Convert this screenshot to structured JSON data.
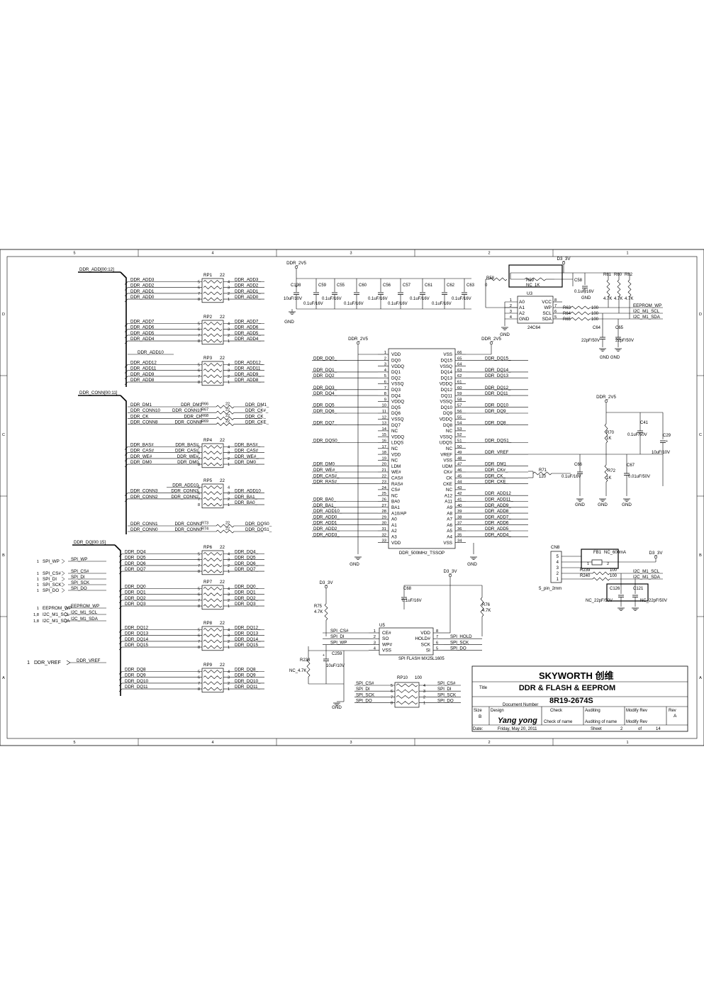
{
  "frame": {
    "col_labels": [
      "5",
      "4",
      "3",
      "2",
      "1"
    ],
    "row_labels": [
      "D",
      "C",
      "B",
      "A"
    ]
  },
  "buses": {
    "ddr_add": "DDR_ADD[00:12]",
    "ddr_conn": "DDR_CONN[00:11]",
    "ddr_dq": "DDR_DQ[00:15]"
  },
  "resistor_packs": [
    {
      "ref": "RP1",
      "val": "22",
      "left": [
        "DDR_ADD3",
        "DDR_ADD2",
        "DDR_ADD1",
        "DDR_ADD0"
      ],
      "right": [
        "DDR_ADD3_",
        "DDR_ADD2_",
        "DDR_ADD1_",
        "DDR_ADD0_"
      ],
      "pins_l": [
        "5",
        "6",
        "7",
        "8"
      ],
      "pins_r": [
        "4",
        "3",
        "2",
        "1"
      ]
    },
    {
      "ref": "RP2",
      "val": "22",
      "left": [
        "DDR_ADD7",
        "DDR_ADD6",
        "DDR_ADD5",
        "DDR_ADD4"
      ],
      "right": [
        "DDR_ADD7_",
        "DDR_ADD6_",
        "DDR_ADD5_",
        "DDR_ADD4_"
      ],
      "pins_l": [
        "5",
        "6",
        "7",
        "8"
      ],
      "pins_r": [
        "4",
        "3",
        "2",
        "1"
      ]
    },
    {
      "ref": "RP3",
      "val": "22",
      "left": [
        "DDR_ADD12",
        "DDR_ADD11",
        "DDR_ADD9",
        "DDR_ADD8"
      ],
      "right": [
        "DDR_ADD12_",
        "DDR_ADD11_",
        "DDR_ADD9_",
        "DDR_ADD8_"
      ],
      "pins_l": [
        "5",
        "6",
        "7",
        "8"
      ],
      "pins_r": [
        "4",
        "3",
        "2",
        "1"
      ]
    },
    {
      "ref": "RP4",
      "val": "22",
      "left": [
        "DDR_BAS#",
        "DDR_CAS#",
        "DDR_WE#",
        "DDR_DM0"
      ],
      "mid": [
        "DDR_BAS#",
        "DDR_CAS#",
        "DDR_WE#",
        "DDR_DM0"
      ],
      "right": [
        "DDR_BAS#_",
        "DDR_CAS#_",
        "DDR_WE#_",
        "DDR_DM0_"
      ],
      "pins_l": [
        "5",
        "6",
        "7",
        "8"
      ],
      "pins_r": [
        "4",
        "3",
        "2",
        "1"
      ]
    },
    {
      "ref": "RP5",
      "val": "22",
      "left": [
        "",
        "DDR_CONN3",
        "DDR_CONN2",
        ""
      ],
      "mid": [
        "DDR_ADD10",
        "DDR_CONN3",
        "DDR_CONN2",
        ""
      ],
      "right": [
        "",
        "DDR_ADD10_",
        "DDR_BA1_",
        "DDR_BA0_"
      ],
      "pins_l": [
        "5",
        "6",
        "7",
        "8"
      ],
      "pins_r": [
        "4",
        "3",
        "2",
        "1"
      ]
    },
    {
      "ref": "RP6",
      "val": "22",
      "left": [
        "DDR_DQ4",
        "DDR_DQ5",
        "DDR_DQ6",
        "DDR_DQ7"
      ],
      "right": [
        "DDR_DQ4_",
        "DDR_DQ5_",
        "DDR_DQ6_",
        "DDR_DQ7_"
      ],
      "pins_l": [
        "5",
        "6",
        "7",
        "8"
      ],
      "pins_r": [
        "4",
        "3",
        "2",
        "1"
      ]
    },
    {
      "ref": "RP7",
      "val": "22",
      "left": [
        "DDR_DQ0",
        "DDR_DQ1",
        "DDR_DQ2",
        "DDR_DQ3"
      ],
      "right": [
        "DDR_DQ0_",
        "DDR_DQ1_",
        "DDR_DQ2_",
        "DDR_DQ3_"
      ],
      "pins_l": [
        "5",
        "6",
        "7",
        "8"
      ],
      "pins_r": [
        "4",
        "3",
        "2",
        "1"
      ]
    },
    {
      "ref": "RP8",
      "val": "22",
      "left": [
        "DDR_DQ12",
        "DDR_DQ13",
        "DDR_DQ14",
        "DDR_DQ15"
      ],
      "right": [
        "DDR_DQ12_",
        "DDR_DQ13_",
        "DDR_DQ14_",
        "DDR_DQ15_"
      ],
      "pins_l": [
        "5",
        "6",
        "7",
        "8"
      ],
      "pins_r": [
        "4",
        "3",
        "2",
        "1"
      ]
    },
    {
      "ref": "RP9",
      "val": "22",
      "left": [
        "DDR_DQ8",
        "DDR_DQ9",
        "DDR_DQ10",
        "DDR_DQ11"
      ],
      "right": [
        "DDR_DQ8_",
        "DDR_DQ9_",
        "DDR_DQ10_",
        "DDR_DQ11_"
      ],
      "pins_l": [
        "5",
        "6",
        "7",
        "8"
      ],
      "pins_r": [
        "4",
        "3",
        "2",
        "1"
      ]
    }
  ],
  "single_resistors": {
    "conn_block": [
      {
        "left": "DDR_DM1",
        "mid": "DDR_DM1",
        "ref": "R66",
        "val": "22",
        "right": "DDR_DM1_"
      },
      {
        "left": "DDR_CONN10",
        "mid": "DDR_CONN10",
        "ref": "R67",
        "val": "22",
        "right": "DDR_CK#_"
      },
      {
        "left": "DDR_CK",
        "mid": "DDR_CK",
        "ref": "R68",
        "val": "22",
        "right": "DDR_CK_"
      },
      {
        "left": "DDR_CONN8",
        "mid": "DDR_CONN8",
        "ref": "R69",
        "val": "22",
        "right": "DDR_CKE_"
      }
    ],
    "dqs_block": [
      {
        "left": "DDR_CONN1",
        "mid": "DDR_CONN1",
        "ref": "R73",
        "val": "22",
        "right": "DDR_DQS0_"
      },
      {
        "left": "DDR_CONN0",
        "mid": "DDR_CONN0",
        "ref": "R74",
        "val": "22",
        "right": "DDR_DQS1_"
      }
    ],
    "extra_label": "DDR_ADD10"
  },
  "ddr_ic": {
    "part": "DDR_500MHz_TSSOP",
    "power_left": "DDR_2V5",
    "power_right": "DDR_2V5",
    "gnd_left": "GND",
    "gnd_right": "GND",
    "left_pins": [
      {
        "n": "1",
        "name": "VDD",
        "net": ""
      },
      {
        "n": "2",
        "name": "DQ0",
        "net": "DDR_DQ0_"
      },
      {
        "n": "3",
        "name": "VDDQ",
        "net": ""
      },
      {
        "n": "4",
        "name": "DQ1",
        "net": "DDR_DQ1_"
      },
      {
        "n": "5",
        "name": "DQ2",
        "net": "DDR_DQ2_"
      },
      {
        "n": "6",
        "name": "VSSQ",
        "net": ""
      },
      {
        "n": "7",
        "name": "DQ3",
        "net": "DDR_DQ3_"
      },
      {
        "n": "8",
        "name": "DQ4",
        "net": "DDR_DQ4_"
      },
      {
        "n": "9",
        "name": "VDDQ",
        "net": ""
      },
      {
        "n": "10",
        "name": "DQ5",
        "net": "DDR_DQ5_"
      },
      {
        "n": "11",
        "name": "DQ6",
        "net": "DDR_DQ6_"
      },
      {
        "n": "12",
        "name": "VSSQ",
        "net": ""
      },
      {
        "n": "13",
        "name": "DQ7",
        "net": "DDR_DQ7_"
      },
      {
        "n": "14",
        "name": "NC",
        "net": ""
      },
      {
        "n": "15",
        "name": "VDDQ",
        "net": ""
      },
      {
        "n": "16",
        "name": "LDQS",
        "net": "DDR_DQS0_"
      },
      {
        "n": "17",
        "name": "NC",
        "net": ""
      },
      {
        "n": "18",
        "name": "VDD",
        "net": ""
      },
      {
        "n": "19",
        "name": "NC",
        "net": ""
      },
      {
        "n": "20",
        "name": "LDM",
        "net": "DDR_DM0_"
      },
      {
        "n": "21",
        "name": "WE#",
        "net": "DDR_WE#_"
      },
      {
        "n": "22",
        "name": "CAS#",
        "net": "DDR_CAS#_"
      },
      {
        "n": "23",
        "name": "RAS#",
        "net": "DDR_RAS#_"
      },
      {
        "n": "24",
        "name": "CS#",
        "net": ""
      },
      {
        "n": "25",
        "name": "NC",
        "net": ""
      },
      {
        "n": "26",
        "name": "BA0",
        "net": "DDR_BA0_"
      },
      {
        "n": "27",
        "name": "BA1",
        "net": "DDR_BA1_"
      },
      {
        "n": "28",
        "name": "A10/AP",
        "net": "DDR_ADD10_"
      },
      {
        "n": "29",
        "name": "A0",
        "net": "DDR_ADD0_"
      },
      {
        "n": "30",
        "name": "A1",
        "net": "DDR_ADD1_"
      },
      {
        "n": "31",
        "name": "A2",
        "net": "DDR_ADD2_"
      },
      {
        "n": "32",
        "name": "A3",
        "net": "DDR_ADD3_"
      },
      {
        "n": "33",
        "name": "VDD",
        "net": ""
      }
    ],
    "right_pins": [
      {
        "n": "66",
        "name": "VSS",
        "net": ""
      },
      {
        "n": "65",
        "name": "DQ15",
        "net": "DDR_DQ15_"
      },
      {
        "n": "64",
        "name": "VSSQ",
        "net": ""
      },
      {
        "n": "63",
        "name": "DQ14",
        "net": "DDR_DQ14_"
      },
      {
        "n": "62",
        "name": "DQ13",
        "net": "DDR_DQ13_"
      },
      {
        "n": "61",
        "name": "VDDQ",
        "net": ""
      },
      {
        "n": "60",
        "name": "DQ12",
        "net": "DDR_DQ12_"
      },
      {
        "n": "59",
        "name": "DQ11",
        "net": "DDR_DQ11_"
      },
      {
        "n": "58",
        "name": "VSSQ",
        "net": ""
      },
      {
        "n": "57",
        "name": "DQ10",
        "net": "DDR_DQ10_"
      },
      {
        "n": "56",
        "name": "DQ9",
        "net": "DDR_DQ9_"
      },
      {
        "n": "55",
        "name": "VDDQ",
        "net": ""
      },
      {
        "n": "54",
        "name": "DQ8",
        "net": "DDR_DQ8_"
      },
      {
        "n": "53",
        "name": "NC",
        "net": ""
      },
      {
        "n": "52",
        "name": "VSSQ",
        "net": ""
      },
      {
        "n": "51",
        "name": "UDQS",
        "net": "DDR_DQS1_"
      },
      {
        "n": "50",
        "name": "NC",
        "net": ""
      },
      {
        "n": "49",
        "name": "VREF",
        "net": "DDR_VREF"
      },
      {
        "n": "48",
        "name": "VSS",
        "net": ""
      },
      {
        "n": "47",
        "name": "UDM",
        "net": "DDR_DM1_"
      },
      {
        "n": "46",
        "name": "CK#",
        "net": "DDR_CK#_"
      },
      {
        "n": "45",
        "name": "CK",
        "net": "DDR_CK_"
      },
      {
        "n": "44",
        "name": "CKE",
        "net": "DDR_CKE_"
      },
      {
        "n": "43",
        "name": "NC",
        "net": ""
      },
      {
        "n": "42",
        "name": "A12",
        "net": "DDR_ADD12_"
      },
      {
        "n": "41",
        "name": "A11",
        "net": "DDR_ADD11_"
      },
      {
        "n": "40",
        "name": "A9",
        "net": "DDR_ADD9_"
      },
      {
        "n": "39",
        "name": "A8",
        "net": "DDR_ADD8_"
      },
      {
        "n": "38",
        "name": "A7",
        "net": "DDR_ADD7_"
      },
      {
        "n": "37",
        "name": "A6",
        "net": "DDR_ADD6_"
      },
      {
        "n": "36",
        "name": "A5",
        "net": "DDR_ADD5_"
      },
      {
        "n": "35",
        "name": "A4",
        "net": "DDR_ADD4_"
      },
      {
        "n": "34",
        "name": "VSS",
        "net": ""
      }
    ]
  },
  "decoupling": {
    "net": "DDR_2V5",
    "gnd": "GND",
    "caps": [
      {
        "ref": "C198",
        "val": "10uF/10V"
      },
      {
        "ref": "C59",
        "val": "0.1uF/16V"
      },
      {
        "ref": "C55",
        "val": "0.1uF/16V"
      },
      {
        "ref": "C60",
        "val": "0.1uF/16V"
      },
      {
        "ref": "C56",
        "val": "0.1uF/16V"
      },
      {
        "ref": "C57",
        "val": "0.1uF/16V"
      },
      {
        "ref": "C61",
        "val": "0.1uF/16V"
      },
      {
        "ref": "C62",
        "val": "0.1uF/16V"
      },
      {
        "ref": "C63",
        "val": "0.1uF/16V"
      }
    ]
  },
  "eeprom": {
    "power": "D3_3V",
    "ref": "U3",
    "part": "24C64",
    "r58": "R58",
    "r58_val": "0",
    "r59": "R59",
    "r59_val": "NC_1K",
    "c58": "C58",
    "c58_val": "0.1uF/16V",
    "gnd": "GND",
    "pins_left": [
      {
        "n": "1",
        "name": "A0"
      },
      {
        "n": "2",
        "name": "A1"
      },
      {
        "n": "3",
        "name": "A2"
      },
      {
        "n": "4",
        "name": "GND"
      }
    ],
    "pins_right": [
      {
        "n": "8",
        "name": "VCC"
      },
      {
        "n": "7",
        "name": "WP"
      },
      {
        "n": "6",
        "name": "SCL"
      },
      {
        "n": "5",
        "name": "SDA"
      }
    ],
    "pullups": [
      {
        "ref": "R61",
        "val": "4.7K"
      },
      {
        "ref": "R60",
        "val": "4.7K"
      },
      {
        "ref": "R62",
        "val": "4.7K"
      }
    ],
    "series": [
      {
        "ref": "R63",
        "val": "100"
      },
      {
        "ref": "R64",
        "val": "100"
      },
      {
        "ref": "R65",
        "val": "100"
      }
    ],
    "nets": [
      "EEPROM_WP",
      "I2C_M1_SCL",
      "I2C_M1_SDA"
    ],
    "c64": "C64",
    "c64_val": "22pF/50V",
    "c65": "C65",
    "c65_val": "22pF/50V",
    "gnd2": "GND GND"
  },
  "vref": {
    "net": "DDR_2V5",
    "r70": "R70",
    "r70_val": "1K",
    "r72": "R72",
    "r72_val": "1K",
    "c41": "C41",
    "c41_val": "0.1uF/50V",
    "c29": "C29",
    "c29_val": "10uF/10V",
    "c66": "C66",
    "c66_val": "0.1uF/16V",
    "c67": "C67",
    "c67_val": "0.01uF/50V",
    "r71": "R71",
    "r71_val": "120",
    "gnd": "GND"
  },
  "connector": {
    "ref": "CN8",
    "part": "5_pin_2mm",
    "pins": [
      "5",
      "4",
      "3",
      "2",
      "1"
    ],
    "fb": "FB1",
    "fb_val": "NC_600mA",
    "fb_pins": [
      "1",
      "2"
    ],
    "power": "D3_3V",
    "r239": "R239",
    "r239_val": "100",
    "r240": "R240",
    "r240_val": "100",
    "nets": [
      "I2C_M1_SCL",
      "I2C_M1_SDA"
    ],
    "c126": "C126",
    "c126_val": "NC_22pF/50V",
    "c121": "C121",
    "c121_val": "NC_22pF/50V"
  },
  "offpage": [
    {
      "num": "1",
      "label": "SPI_WP",
      "net": "SPI_WP"
    },
    {
      "num": "1",
      "label": "SPI_CS#",
      "net": "SPI_CS#"
    },
    {
      "num": "1",
      "label": "SPI_DI",
      "net": "SPI_DI"
    },
    {
      "num": "1",
      "label": "SPI_SCK",
      "net": "SPI_SCK"
    },
    {
      "num": "1",
      "label": "SPI_DO",
      "net": "SPI_DO"
    },
    {
      "num": "1",
      "label": "EEPROM_WP",
      "net": "EEPROM_WP"
    },
    {
      "num": "1,8",
      "label": "I2C_M1_SCL",
      "net": "I2C_M1_SCL"
    },
    {
      "num": "1,8",
      "label": "I2C_M1_SDA",
      "net": "I2C_M1_SDA"
    }
  ],
  "vref_port": {
    "num": "1",
    "label": "DDR_VREF",
    "net": "DDR_VREF"
  },
  "spi": {
    "ref": "U5",
    "part": "SPI FLASH MX25L1605",
    "power": "D3_3V",
    "power2": "D3_3V",
    "c68": "C68",
    "c68_val": "0.1uF/16V",
    "r75": "R75",
    "r75_val": "4.7K",
    "r76": "R76",
    "r76_val": "4.7K",
    "r238": "R238",
    "r238_val": "NC_4.7K",
    "c259": "C259",
    "c259_val": "10uF/10V",
    "gnd": "GND",
    "pins_left": [
      {
        "n": "1",
        "name": "CE#",
        "net": "SPI_CS#"
      },
      {
        "n": "2",
        "name": "SO",
        "net": "SPI_DI"
      },
      {
        "n": "3",
        "name": "WP#",
        "net": "SPI_WP"
      },
      {
        "n": "4",
        "name": "VSS",
        "net": ""
      }
    ],
    "pins_right": [
      {
        "n": "8",
        "name": "VDD",
        "net": ""
      },
      {
        "n": "7",
        "name": "HOLD#",
        "net": "SPI_HOLD"
      },
      {
        "n": "6",
        "name": "SCK",
        "net": "SPI_SCK"
      },
      {
        "n": "5",
        "name": "SI",
        "net": "SPI_DO"
      }
    ],
    "rp10": "RP10",
    "rp10_val": "100",
    "rp10_left": [
      "SPI_CS#",
      "SPI_DI",
      "SPI_SCK",
      "SPI_DO"
    ],
    "rp10_right": [
      "SPI_CS#",
      "SPI_DI",
      "SPI_SCK",
      "SPI_DO"
    ],
    "rp10_pins_l": [
      "5",
      "6",
      "7",
      "8"
    ],
    "rp10_pins_r": [
      "4",
      "3",
      "2",
      "1"
    ]
  },
  "title_block": {
    "company": "SKYWORTH 创维",
    "title_label": "Title",
    "title": "DDR & FLASH & EEPROM",
    "docnum_label": "Document Number",
    "docnum": "8R19-2674S",
    "size_label": "Size",
    "size": "B",
    "design_label": "Design",
    "designer": "Yang yong",
    "check_label": "Check",
    "check_name": "Check  of  name",
    "auditing_label": "Auditing",
    "auditing_name": "Auditing of name",
    "modify_label": "Modify Rev",
    "modify_name": "Modify Rev",
    "rev_label": "Rev",
    "rev": "A",
    "date_label": "Date:",
    "date": "Friday, May 20, 2011",
    "sheet_label": "Sheet",
    "sheet": "2",
    "of_label": "of",
    "total": "14"
  }
}
